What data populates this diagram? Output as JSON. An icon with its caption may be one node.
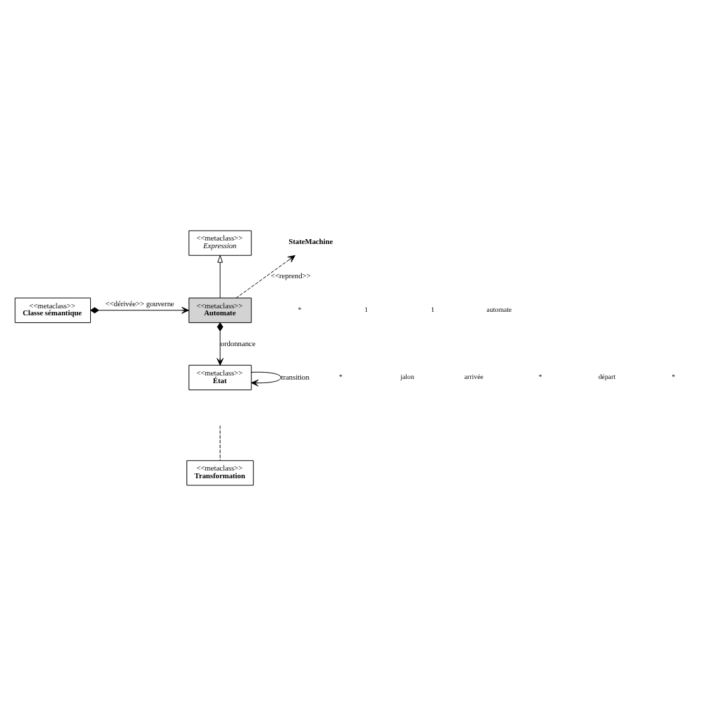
{
  "diagram": {
    "nodes": [
      {
        "text": [
          "<<metaclass>>",
          "Expression"
        ]
      },
      {
        "text": [
          "StateMachine"
        ]
      },
      {
        "text": [
          "<<metaclass>>",
          "Automate"
        ]
      },
      {
        "text": [
          "<<metaclass>>",
          "Classe sémantique"
        ]
      },
      {
        "text": [
          "<<metaclass>>",
          "État"
        ]
      },
      {
        "text": [
          "<<metaclass>>",
          "Transformation"
        ]
      }
    ],
    "edges": [
      {
        "from": 2,
        "to": 0,
        "arrow": "to"
      },
      {
        "from": 2,
        "to": 1,
        "arrow": "to",
        "label": "<<reprend>>",
        "style": "dashed"
      },
      {
        "from": 3,
        "to": 2,
        "arrow": "to",
        "label": "<<dérivée>> gouverne"
      },
      {
        "from": 2,
        "to": 4,
        "arrow": "to",
        "label": "ordonnance"
      },
      {
        "from": 4,
        "to": 4,
        "arrow": "to",
        "label": "transition"
      },
      {
        "from": 5,
        "to": null,
        "arrow": "none",
        "style": "dashed"
      }
    ],
    "labels": [
      "*",
      "1",
      "1",
      "automate",
      "*",
      "jalon",
      "arrivée",
      "*",
      "départ",
      "*"
    ]
  }
}
